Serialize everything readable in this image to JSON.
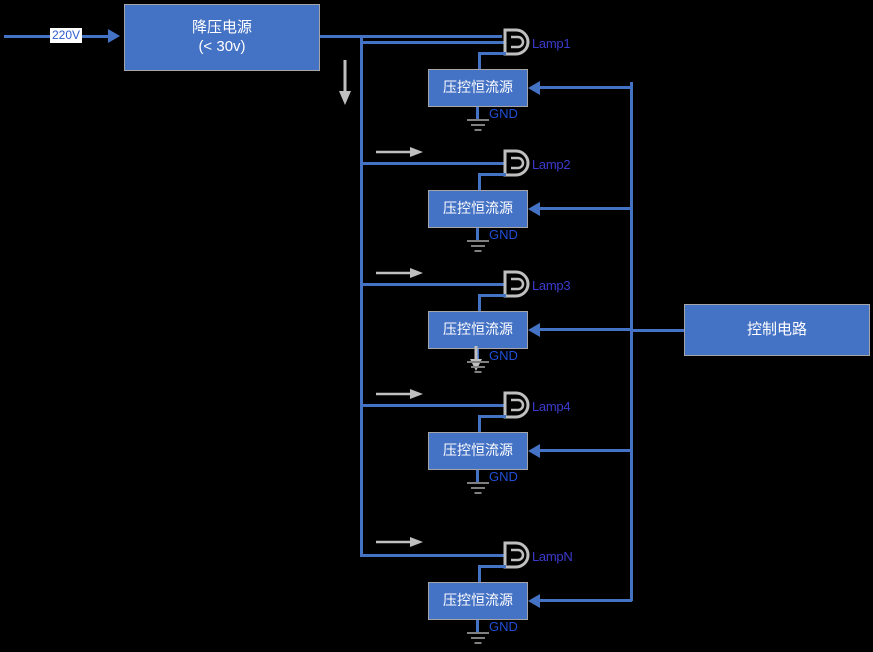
{
  "diagram": {
    "title": "LED multi-channel constant current drive block diagram",
    "colors": {
      "background": "#000000",
      "block_fill": "#4472C4",
      "block_stroke": "#A6A6A6",
      "wire": "#4472C4",
      "lamp_outline": "#BFBFBF",
      "gnd_symbol": "#808080",
      "gnd_text": "#1F4FD8",
      "lamp_text": "#3B3BD0",
      "annotation_arrow": "#BFBFBF",
      "tag_text": "#2F5BD0",
      "tag_background": "#FFFFFF"
    },
    "input": {
      "voltage_label": "220V"
    },
    "power_supply": {
      "line1": "降压电源",
      "line2": "(< 30v)"
    },
    "control_circuit": {
      "label": "控制电路"
    },
    "gnd_label": "GND",
    "channel_block_label": "压控恒流源",
    "channels": [
      {
        "lamp_label": "Lamp1",
        "driver_label": "压控恒流源",
        "gnd_label": "GND"
      },
      {
        "lamp_label": "Lamp2",
        "driver_label": "压控恒流源",
        "gnd_label": "GND"
      },
      {
        "lamp_label": "Lamp3",
        "driver_label": "压控恒流源",
        "gnd_label": "GND"
      },
      {
        "lamp_label": "Lamp4",
        "driver_label": "压控恒流源",
        "gnd_label": "GND"
      },
      {
        "lamp_label": "LampN",
        "driver_label": "压控恒流源",
        "gnd_label": "GND"
      }
    ]
  }
}
